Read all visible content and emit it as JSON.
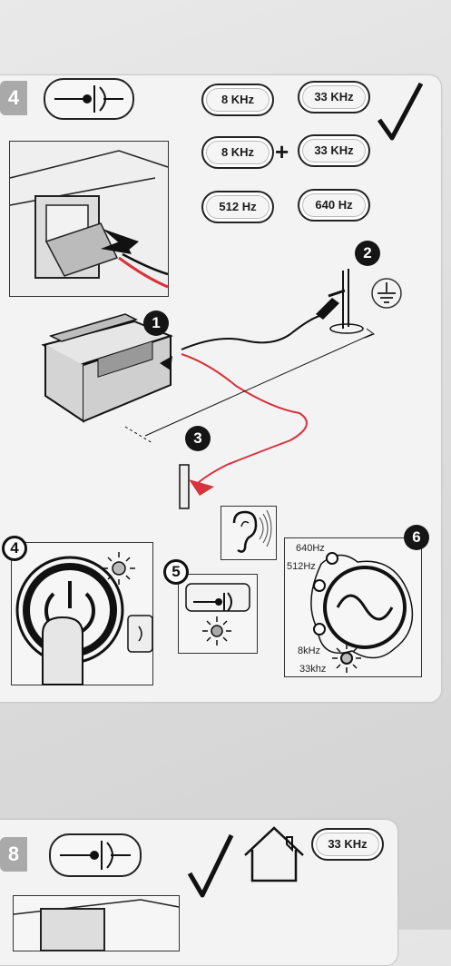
{
  "step4": {
    "number": "4",
    "frequencies": {
      "row1": [
        "8 KHz",
        "33 KHz"
      ],
      "row2": [
        "8 KHz",
        "33 KHz"
      ],
      "plus": "+",
      "row3": [
        "512 Hz",
        "640 Hz"
      ]
    },
    "callouts": [
      "1",
      "2",
      "3",
      "4",
      "5",
      "6"
    ],
    "dial_labels": {
      "f640": "640Hz",
      "f512": "512Hz",
      "f8k": "8kHz",
      "f33k": "33khz"
    },
    "icons": [
      "connector-mode-icon",
      "checkmark-icon",
      "ground-icon",
      "ear-sound-icon",
      "power-button-icon",
      "sine-wave-icon"
    ]
  },
  "step8": {
    "number": "8",
    "frequency": "33 KHz",
    "icons": [
      "connector-mode-icon",
      "checkmark-icon",
      "house-icon"
    ]
  },
  "colors": {
    "cable_red": "#d8323c",
    "ink": "#1a1a1a",
    "tab_gray": "#a9a9a9"
  }
}
